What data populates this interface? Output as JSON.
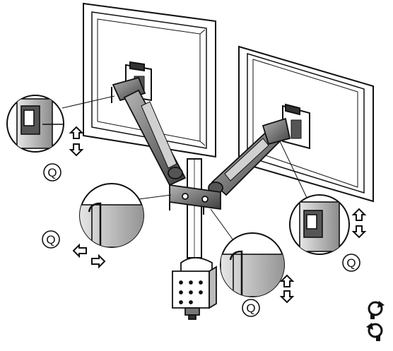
{
  "callouts": {
    "top_left": "Q",
    "center_left": "Q",
    "center_right": "Q",
    "right": "Q"
  },
  "legend_icons": [
    "rotate-clockwise-icon",
    "rotate-counterclockwise-icon"
  ],
  "colors": {
    "line": "#111111",
    "metal": "#8a8a8a",
    "metal_dark": "#4a4a4a",
    "monitor_face": "#ffffff"
  }
}
